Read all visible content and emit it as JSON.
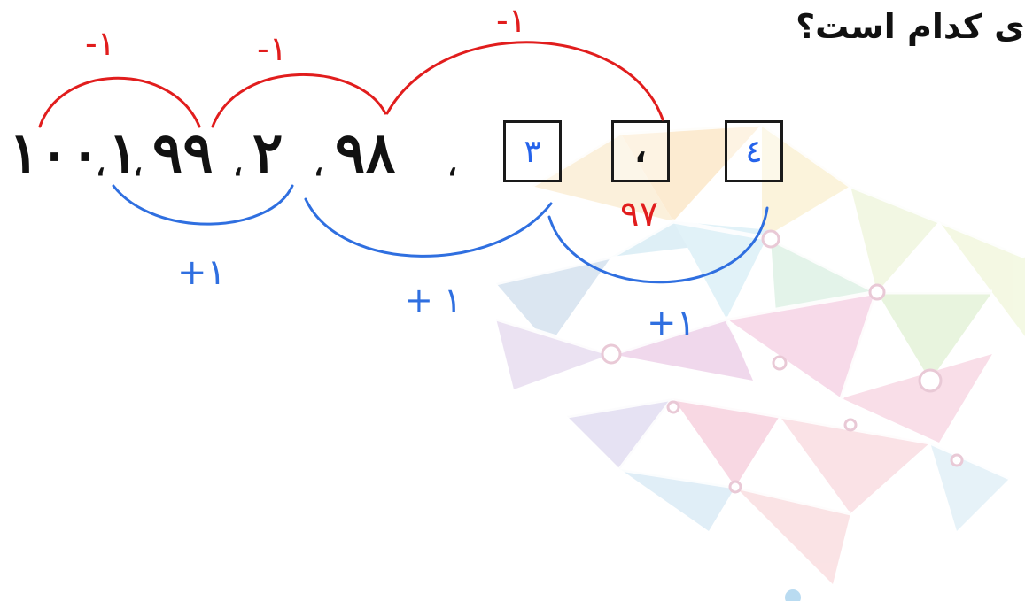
{
  "question": "ی کدام است؟",
  "sequence": [
    "١٠٠",
    "١",
    "٩٩",
    "٢",
    "٩٨"
  ],
  "boxes": [
    {
      "value": "٣"
    },
    {
      "value": "،"
    },
    {
      "value": "٤"
    }
  ],
  "annotations": {
    "minus_labels": [
      "-١",
      "-١",
      "-١"
    ],
    "plus_labels": [
      "+١",
      "+ ١",
      "+١"
    ],
    "box_note": "٩٧"
  },
  "colors": {
    "text": "#111111",
    "minus_arc": "#e11d1d",
    "plus_arc": "#2f6fe0"
  }
}
